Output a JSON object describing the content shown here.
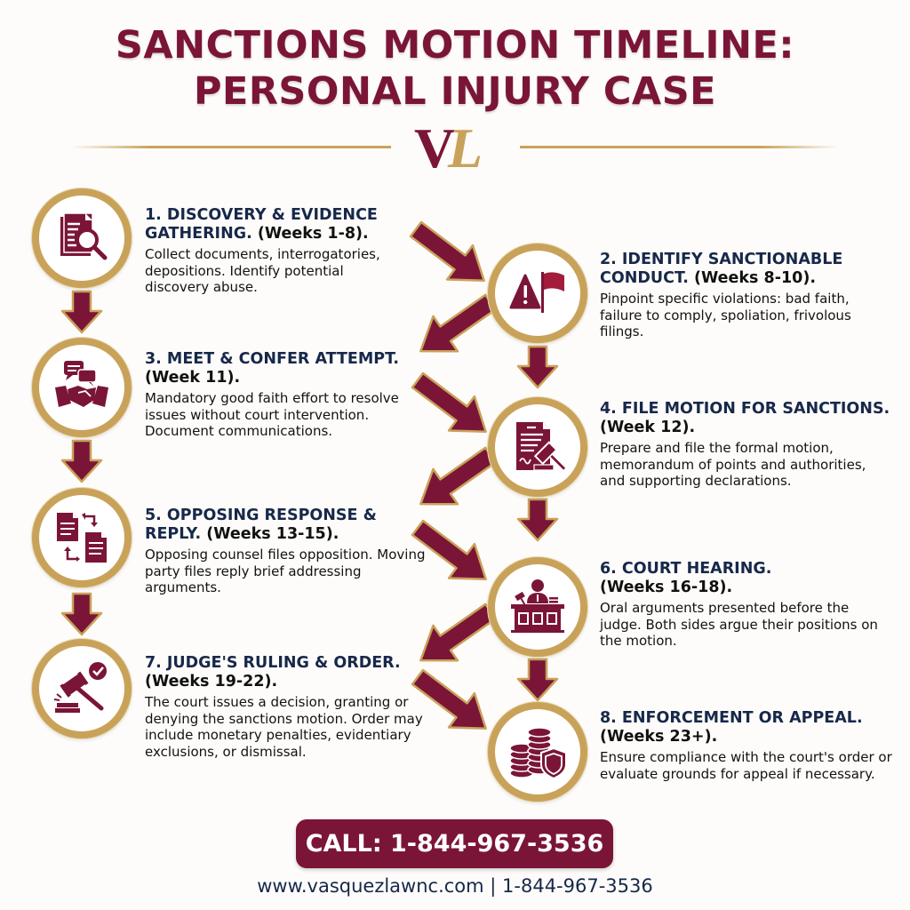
{
  "header": {
    "title_line1": "SANCTIONS MOTION TIMELINE:",
    "title_line2": "PERSONAL INJURY CASE",
    "logo_left": "V",
    "logo_right": "L"
  },
  "colors": {
    "maroon": "#7b1537",
    "gold": "#c9a25a",
    "navy": "#17284a"
  },
  "steps": [
    {
      "number": "1",
      "title": "1. DISCOVERY & EVIDENCE GATHERING.",
      "weeks": "(Weeks 1-8).",
      "description": "Collect documents, interrogatories, depositions. Identify potential discovery abuse.",
      "icon": "document-search-icon"
    },
    {
      "number": "2",
      "title": "2. IDENTIFY SANCTIONABLE CONDUCT.",
      "weeks": "(Weeks 8-10).",
      "description": "Pinpoint specific violations: bad faith, failure to comply, spoliation, frivolous filings.",
      "icon": "warning-flag-icon"
    },
    {
      "number": "3",
      "title": "3. MEET & CONFER ATTEMPT.",
      "weeks": "(Week 11).",
      "description": "Mandatory good faith effort to resolve issues without court intervention. Document communications.",
      "icon": "handshake-chat-icon"
    },
    {
      "number": "4",
      "title": "4. FILE MOTION FOR SANCTIONS.",
      "weeks": "(Week 12).",
      "description": "Prepare and file the formal motion, memorandum of points and authorities, and supporting declarations.",
      "icon": "document-gavel-icon"
    },
    {
      "number": "5",
      "title": "5. OPPOSING RESPONSE & REPLY.",
      "weeks": "(Weeks 13-15).",
      "description": "Opposing counsel files opposition. Moving party files reply brief addressing arguments.",
      "icon": "document-exchange-icon"
    },
    {
      "number": "6",
      "title": "6. COURT HEARING.",
      "weeks": "(Weeks 16-18).",
      "description": "Oral arguments presented before the judge. Both sides argue their positions on the motion.",
      "icon": "judge-bench-icon"
    },
    {
      "number": "7",
      "title": "7. JUDGE'S RULING & ORDER.",
      "weeks": "(Weeks 19-22).",
      "description": "The court issues a decision, granting or denying the sanctions motion. Order may include monetary penalties, evidentiary exclusions, or dismissal.",
      "icon": "gavel-check-icon"
    },
    {
      "number": "8",
      "title": "8. ENFORCEMENT OR APPEAL.",
      "weeks": "(Weeks 23+).",
      "description": "Ensure compliance with the court's order or evaluate grounds for appeal if necessary.",
      "icon": "coins-shield-icon"
    }
  ],
  "cta": {
    "label": "CALL: 1-844-967-3536"
  },
  "footer": {
    "text": "www.vasquezlawnc.com | 1-844-967-3536"
  }
}
